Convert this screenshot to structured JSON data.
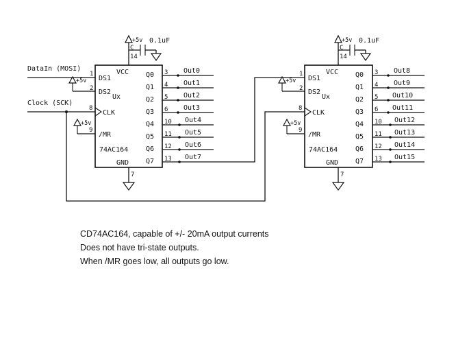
{
  "diagram": {
    "title_note_lines": [
      "CD74AC164, capable of +/- 20mA output currents",
      "Does not have tri-state outputs.",
      "When /MR goes low,  all outputs go low."
    ],
    "inputs": [
      {
        "label": "DataIn (MOSI)"
      },
      {
        "label": "Clock (SCK)"
      }
    ],
    "supply_label": "+5v",
    "cap_value": "0.1uF",
    "cap_ref": "C",
    "gnd_pin": "7",
    "vcc_pin": "14",
    "chips": [
      {
        "ref": "Ux",
        "part": "74AC164",
        "vcc_label": "VCC",
        "gnd_label": "GND",
        "left_pins": [
          {
            "name": "DS1",
            "num": "1"
          },
          {
            "name": "DS2",
            "num": "2"
          },
          {
            "name": "CLK",
            "num": "8"
          },
          {
            "name": "/MR",
            "num": "9"
          }
        ],
        "right_pins": [
          {
            "name": "Q0",
            "num": "3",
            "net": "Out0"
          },
          {
            "name": "Q1",
            "num": "4",
            "net": "Out1"
          },
          {
            "name": "Q2",
            "num": "5",
            "net": "Out2"
          },
          {
            "name": "Q3",
            "num": "6",
            "net": "Out3"
          },
          {
            "name": "Q4",
            "num": "10",
            "net": "Out4"
          },
          {
            "name": "Q5",
            "num": "11",
            "net": "Out5"
          },
          {
            "name": "Q6",
            "num": "12",
            "net": "Out6"
          },
          {
            "name": "Q7",
            "num": "13",
            "net": "Out7"
          }
        ]
      },
      {
        "ref": "Ux",
        "part": "74AC164",
        "vcc_label": "VCC",
        "gnd_label": "GND",
        "left_pins": [
          {
            "name": "DS1",
            "num": "1"
          },
          {
            "name": "DS2",
            "num": "2"
          },
          {
            "name": "CLK",
            "num": "8"
          },
          {
            "name": "/MR",
            "num": "9"
          }
        ],
        "right_pins": [
          {
            "name": "Q0",
            "num": "3",
            "net": "Out8"
          },
          {
            "name": "Q1",
            "num": "4",
            "net": "Out9"
          },
          {
            "name": "Q2",
            "num": "5",
            "net": "Out10"
          },
          {
            "name": "Q3",
            "num": "6",
            "net": "Out11"
          },
          {
            "name": "Q4",
            "num": "10",
            "net": "Out12"
          },
          {
            "name": "Q5",
            "num": "11",
            "net": "Out13"
          },
          {
            "name": "Q6",
            "num": "12",
            "net": "Out14"
          },
          {
            "name": "Q7",
            "num": "13",
            "net": "Out15"
          }
        ]
      }
    ]
  }
}
